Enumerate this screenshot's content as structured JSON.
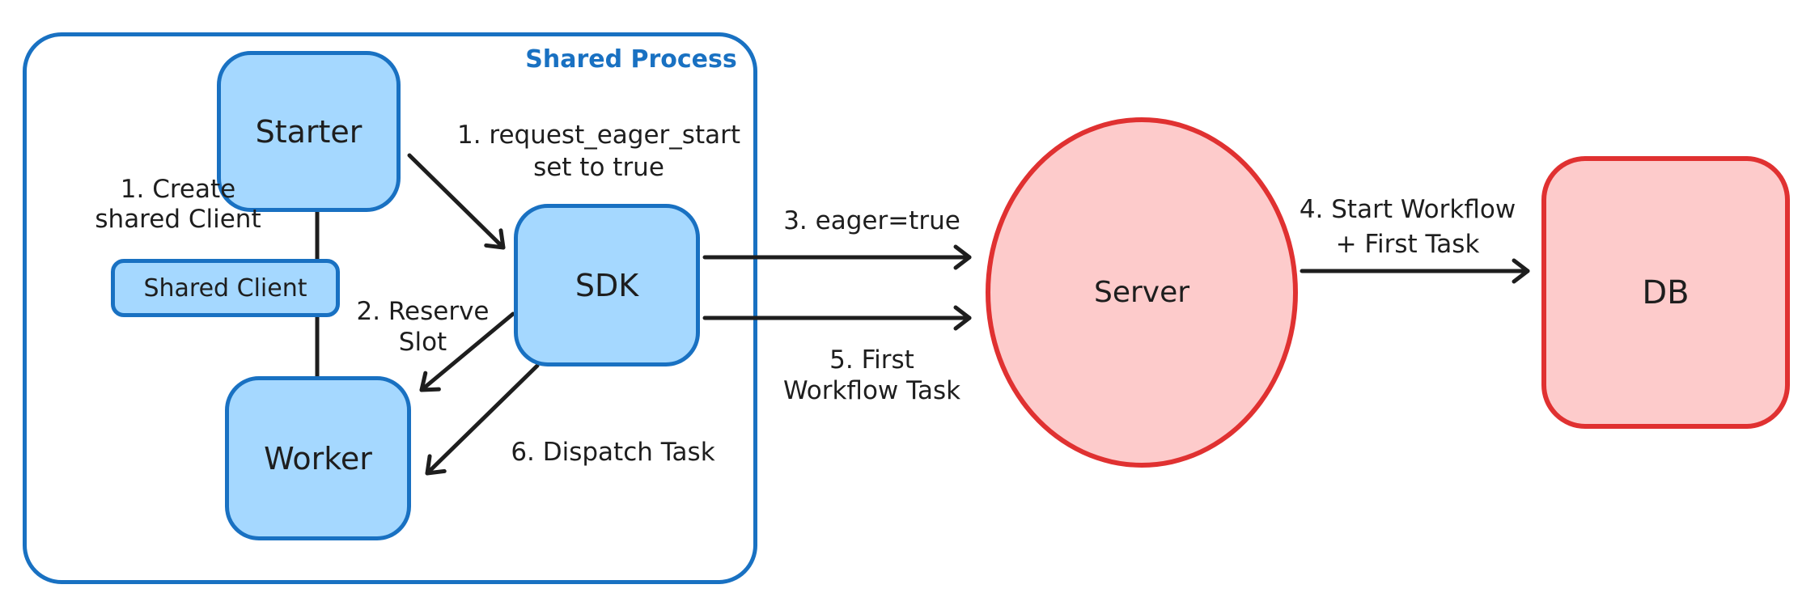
{
  "container": {
    "label": "Shared Process"
  },
  "nodes": {
    "starter": {
      "label": "Starter"
    },
    "shared_client": {
      "label": "Shared Client"
    },
    "worker": {
      "label": "Worker"
    },
    "sdk": {
      "label": "SDK"
    },
    "server": {
      "label": "Server"
    },
    "db": {
      "label": "DB"
    }
  },
  "edge_labels": {
    "create_shared_client": {
      "line1": "1. Create",
      "line2": "shared Client"
    },
    "request_eager_start": {
      "line1": "1. request_eager_start",
      "line2": "set to true"
    },
    "reserve_slot": {
      "line1": "2. Reserve",
      "line2": "Slot"
    },
    "eager_true": {
      "text": "3. eager=true"
    },
    "start_workflow": {
      "line1": "4. Start Workflow",
      "line2": "+ First Task"
    },
    "first_workflow_task": {
      "line1": "5. First",
      "line2": "Workflow Task"
    },
    "dispatch_task": {
      "text": "6. Dispatch Task"
    }
  },
  "colors": {
    "blue_border": "#1971c2",
    "blue_fill": "#a5d8ff",
    "red_border": "#e03131",
    "red_fill": "#fdcbcb",
    "arrow": "#1e1e1e",
    "text": "#1e1e1e",
    "group_label": "#1971c2",
    "background": "#ffffff"
  }
}
